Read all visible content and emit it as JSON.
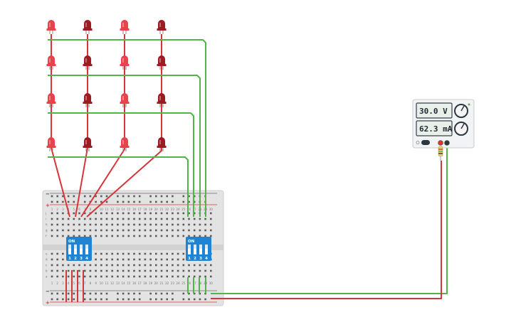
{
  "power_supply": {
    "voltage_display": "30.0 V",
    "current_display": "62.3 mA"
  },
  "dip_switches": [
    {
      "header": "ON",
      "positions": [
        "1",
        "2",
        "3",
        "4"
      ]
    },
    {
      "header": "ON",
      "positions": [
        "1",
        "2",
        "3",
        "4"
      ]
    }
  ],
  "breadboard": {
    "rail_plus": "+",
    "rail_minus": "−",
    "columns": 30,
    "row_letters_top": [
      "j",
      "i",
      "h",
      "g",
      "f"
    ],
    "row_letters_bottom": [
      "e",
      "d",
      "c",
      "b",
      "a"
    ]
  },
  "led_matrix": {
    "rows": 4,
    "columns": 4
  },
  "colors": {
    "led_bright": "#e8424a",
    "led_dark": "#9c1c22",
    "wire_red": "#d6353a",
    "wire_green": "#52b548",
    "dip_blue": "#1f84d4",
    "board": "#e4e4e4"
  }
}
